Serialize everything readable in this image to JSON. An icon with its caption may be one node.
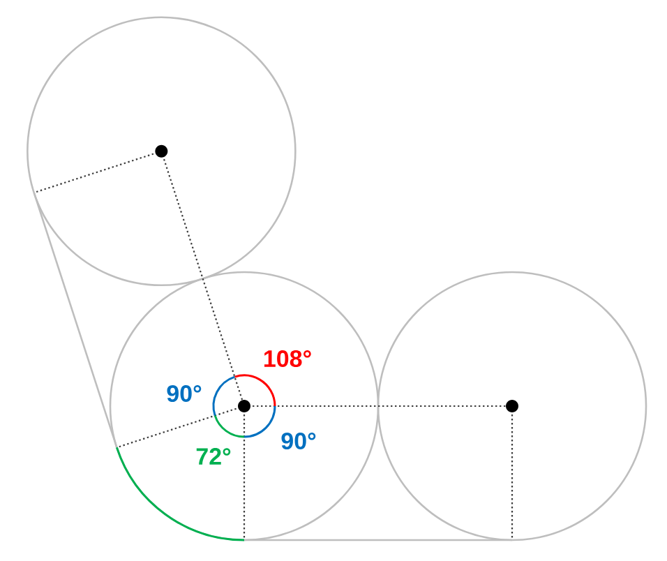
{
  "diagram": {
    "labels": [
      "108°",
      "90°",
      "72°",
      "90°"
    ]
  }
}
